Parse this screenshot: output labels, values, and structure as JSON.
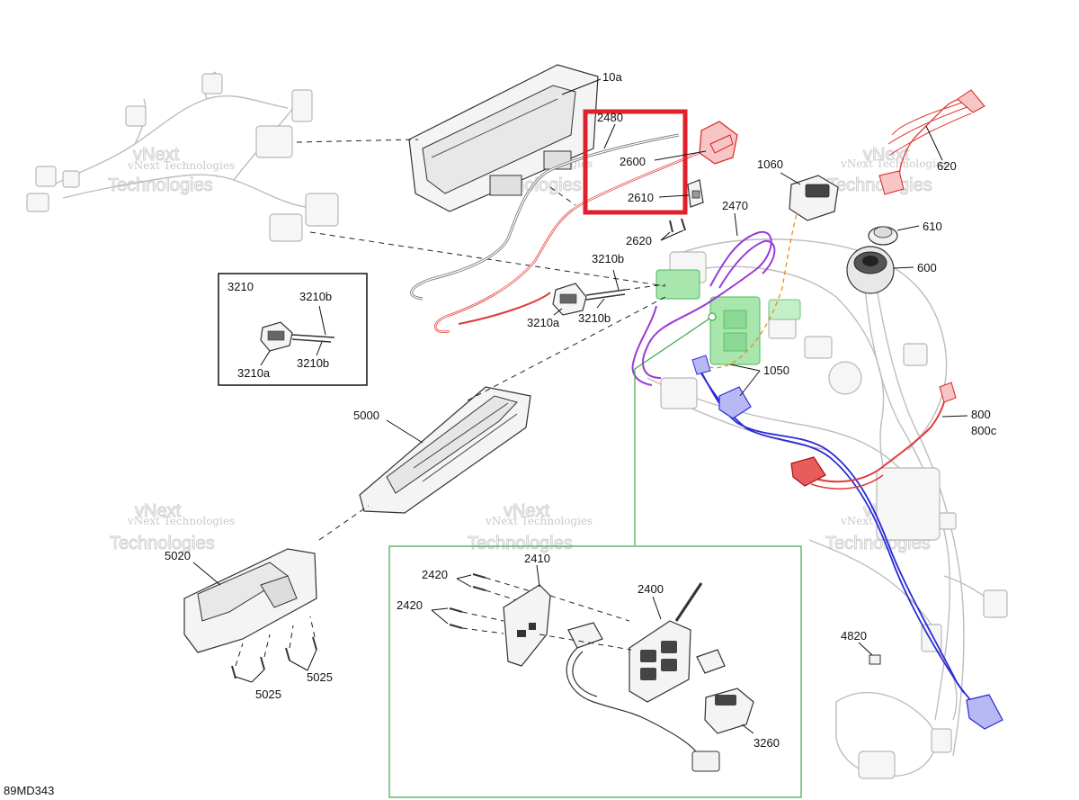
{
  "diagram": {
    "code": "89MD343",
    "watermark": "vNext Technologies",
    "watermark_big_1": "vNext",
    "watermark_big_2": "Technologies",
    "labels": {
      "l10a": "10a",
      "l2480": "2480",
      "l2600": "2600",
      "l2610": "2610",
      "l2620": "2620",
      "l2470": "2470",
      "l1060": "1060",
      "l620": "620",
      "l610": "610",
      "l600": "600",
      "l3210b_top": "3210b",
      "l3210a_mid": "3210a",
      "l3210b_mid": "3210b",
      "l1050": "1050",
      "l800": "800",
      "l800c": "800c",
      "l5000": "5000",
      "l5020": "5020",
      "l5025a": "5025",
      "l5025b": "5025",
      "l4820": "4820",
      "inset_3210": "3210",
      "inset_3210b_top": "3210b",
      "inset_3210a": "3210a",
      "inset_3210b_bot": "3210b",
      "l2420a": "2420",
      "l2420b": "2420",
      "l2410": "2410",
      "l2400": "2400",
      "l3260": "3260"
    },
    "colors": {
      "highlight_box": "#e0202a",
      "red_wire": "#e23a3a",
      "purple_wire": "#9a3ad6",
      "blue_wire": "#2b2bd6",
      "orange_dash": "#f08a1c",
      "green_part": "#6fcf7a",
      "green_frame": "#3aa84a"
    }
  }
}
